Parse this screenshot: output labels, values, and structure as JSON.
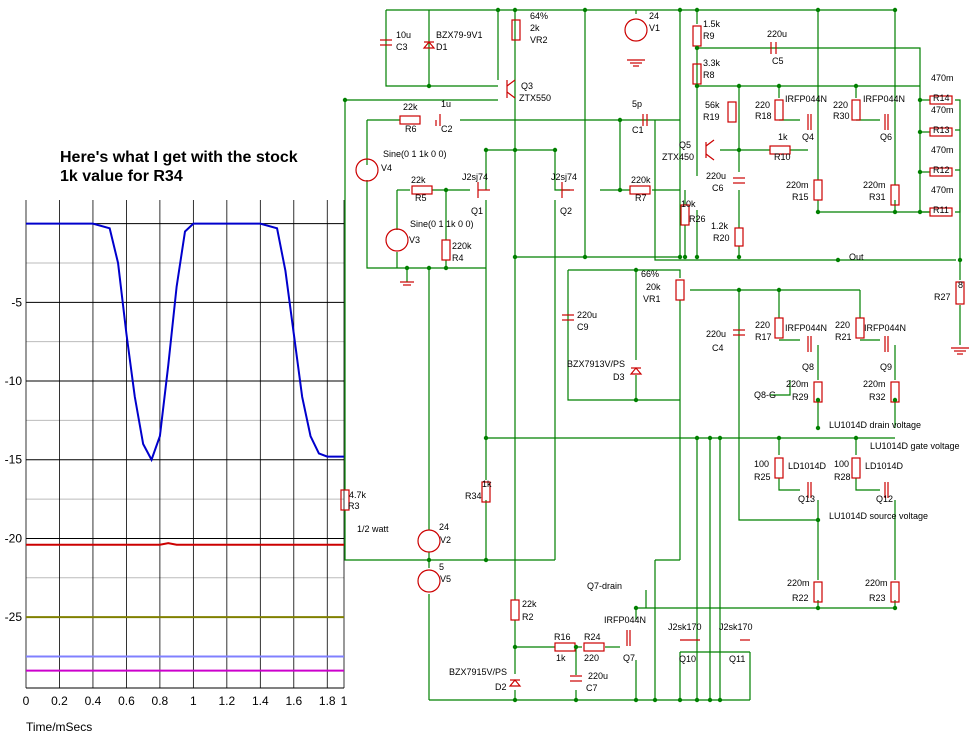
{
  "plot": {
    "note": "Here's what I get with the stock 1k value for R34",
    "x_unit_label": "Time/mSecs",
    "x_ticks": [
      "0",
      "0.2",
      "0.4",
      "0.6",
      "0.8",
      "1",
      "1.2",
      "1.4",
      "1.6",
      "1.8",
      "1"
    ],
    "y_ticks": [
      "-5",
      "-10",
      "-15",
      "-20",
      "-25"
    ]
  },
  "chart_data": {
    "type": "line",
    "xlabel": "Time/mSecs",
    "xlim": [
      0,
      1.9
    ],
    "ylim": [
      -29.5,
      1.5
    ],
    "grid": true,
    "series": [
      {
        "color": "#0000cc",
        "x": [
          0,
          0.1,
          0.2,
          0.3,
          0.4,
          0.5,
          0.55,
          0.6,
          0.65,
          0.7,
          0.75,
          0.8,
          0.85,
          0.9,
          0.95,
          1.0,
          1.1,
          1.2,
          1.3,
          1.4,
          1.5,
          1.55,
          1.6,
          1.65,
          1.7,
          1.75,
          1.8,
          1.85,
          1.9
        ],
        "y": [
          0,
          0,
          0,
          0,
          0,
          -0.3,
          -2.5,
          -7,
          -11,
          -14,
          -15,
          -13.5,
          -9,
          -4,
          -0.5,
          0,
          0,
          0,
          0,
          0,
          -0.3,
          -3,
          -7,
          -11,
          -13.5,
          -14.6,
          -14.8,
          -14.8,
          -14.8
        ]
      },
      {
        "color": "#cc0000",
        "x": [
          0,
          0.8,
          0.85,
          0.9,
          1.9
        ],
        "y": [
          -20.4,
          -20.4,
          -20.3,
          -20.4,
          -20.4
        ]
      },
      {
        "color": "#808000",
        "x": [
          0,
          1.9
        ],
        "y": [
          -25,
          -25
        ]
      },
      {
        "color": "#8080ff",
        "x": [
          0,
          1.9
        ],
        "y": [
          -27.5,
          -27.5
        ]
      },
      {
        "color": "#cc00cc",
        "x": [
          0,
          1.9
        ],
        "y": [
          -28.4,
          -28.4
        ]
      }
    ]
  },
  "schematic": {
    "labels": [
      {
        "t": "10u"
      },
      {
        "t": "C3"
      },
      {
        "t": "BZX79-9V1"
      },
      {
        "t": "D1"
      },
      {
        "t": "64%"
      },
      {
        "t": "2k"
      },
      {
        "t": "VR2"
      },
      {
        "t": "24"
      },
      {
        "t": "V1"
      },
      {
        "t": "1.5k"
      },
      {
        "t": "R9"
      },
      {
        "t": "220u"
      },
      {
        "t": "C5"
      },
      {
        "t": "3.3k"
      },
      {
        "t": "R8"
      },
      {
        "t": "Q3"
      },
      {
        "t": "ZTX550"
      },
      {
        "t": "22k"
      },
      {
        "t": "1u"
      },
      {
        "t": "R6"
      },
      {
        "t": "C2"
      },
      {
        "t": "5p"
      },
      {
        "t": "C1"
      },
      {
        "t": "470m"
      },
      {
        "t": "R14"
      },
      {
        "t": "470m"
      },
      {
        "t": "R13"
      },
      {
        "t": "470m"
      },
      {
        "t": "R12"
      },
      {
        "t": "470m"
      },
      {
        "t": "R11"
      },
      {
        "t": "56k"
      },
      {
        "t": "R19"
      },
      {
        "t": "220"
      },
      {
        "t": "R18"
      },
      {
        "t": "IRFP044N"
      },
      {
        "t": "Q4"
      },
      {
        "t": "220"
      },
      {
        "t": "R30"
      },
      {
        "t": "IRFP044N"
      },
      {
        "t": "Q6"
      },
      {
        "t": "Q5"
      },
      {
        "t": "ZTX450"
      },
      {
        "t": "1k"
      },
      {
        "t": "R10"
      },
      {
        "t": "Sine(0 1 1k 0 0)"
      },
      {
        "t": "V4"
      },
      {
        "t": "22k"
      },
      {
        "t": "R5"
      },
      {
        "t": "J2sj74"
      },
      {
        "t": "Q1"
      },
      {
        "t": "J2sj74"
      },
      {
        "t": "Q2"
      },
      {
        "t": "220k"
      },
      {
        "t": "R7"
      },
      {
        "t": "220u"
      },
      {
        "t": "C6"
      },
      {
        "t": "220m"
      },
      {
        "t": "R15"
      },
      {
        "t": "220m"
      },
      {
        "t": "R31"
      },
      {
        "t": "10k"
      },
      {
        "t": "R26"
      },
      {
        "t": "1.2k"
      },
      {
        "t": "R20"
      },
      {
        "t": "Sine(0 1 1k 0 0)"
      },
      {
        "t": "V3"
      },
      {
        "t": "220k"
      },
      {
        "t": "R4"
      },
      {
        "t": "Out"
      },
      {
        "t": "8"
      },
      {
        "t": "R27"
      },
      {
        "t": "66%"
      },
      {
        "t": "20k"
      },
      {
        "t": "VR1"
      },
      {
        "t": "220u"
      },
      {
        "t": "C9"
      },
      {
        "t": "BZX7913V/PS"
      },
      {
        "t": "D3"
      },
      {
        "t": "220u"
      },
      {
        "t": "C4"
      },
      {
        "t": "220"
      },
      {
        "t": "R17"
      },
      {
        "t": "IRFP044N"
      },
      {
        "t": "Q8"
      },
      {
        "t": "220"
      },
      {
        "t": "R21"
      },
      {
        "t": "IRFP044N"
      },
      {
        "t": "Q9"
      },
      {
        "t": "Q8-G"
      },
      {
        "t": "220m"
      },
      {
        "t": "R29"
      },
      {
        "t": "220m"
      },
      {
        "t": "R32"
      },
      {
        "t": "LU1014D drain voltage"
      },
      {
        "t": "LU1014D gate voltage"
      },
      {
        "t": "1k"
      },
      {
        "t": "R34"
      },
      {
        "t": "100"
      },
      {
        "t": "R25"
      },
      {
        "t": "LD1014D"
      },
      {
        "t": "Q13"
      },
      {
        "t": "100"
      },
      {
        "t": "R28"
      },
      {
        "t": "LD1014D"
      },
      {
        "t": "Q12"
      },
      {
        "t": "4.7k"
      },
      {
        "t": "R3"
      },
      {
        "t": "1/2 watt"
      },
      {
        "t": "LU1014D source voltage"
      },
      {
        "t": "24"
      },
      {
        "t": "V2"
      },
      {
        "t": "5"
      },
      {
        "t": "V5"
      },
      {
        "t": "Q7-drain"
      },
      {
        "t": "220m"
      },
      {
        "t": "R22"
      },
      {
        "t": "220m"
      },
      {
        "t": "R23"
      },
      {
        "t": "22k"
      },
      {
        "t": "R2"
      },
      {
        "t": "IRFP044N"
      },
      {
        "t": "J2sk170"
      },
      {
        "t": "J2sk170"
      },
      {
        "t": "R16"
      },
      {
        "t": "R24"
      },
      {
        "t": "1k"
      },
      {
        "t": "220"
      },
      {
        "t": "Q7"
      },
      {
        "t": "Q10"
      },
      {
        "t": "Q11"
      },
      {
        "t": "220u"
      },
      {
        "t": "C7"
      },
      {
        "t": "BZX7915V/PS"
      },
      {
        "t": "D2"
      }
    ]
  }
}
